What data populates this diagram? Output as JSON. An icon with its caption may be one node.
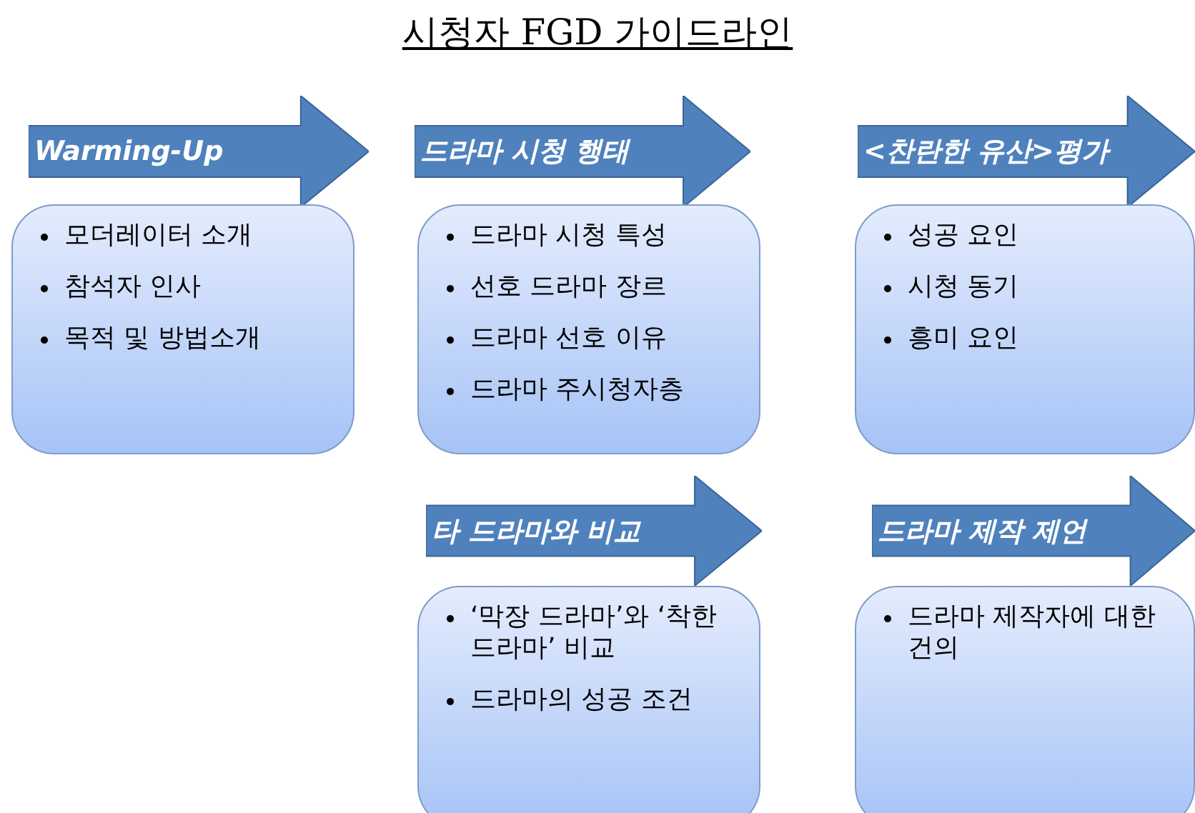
{
  "diagram": {
    "title": "시청자 FGD 가이드라인",
    "nodes": [
      {
        "text": [
          "Warming-Up"
        ]
      },
      {
        "text": [
          "모더레이터 소개",
          "참석자 인사",
          "목적 및 방법소개"
        ]
      },
      {
        "text": [
          "드라마 시청 행태"
        ]
      },
      {
        "text": [
          "드라마 시청 특성",
          "선호 드라마 장르",
          "드라마 선호 이유",
          "드라마 주시청자층"
        ]
      },
      {
        "text": [
          "<찬란한 유산>평가"
        ]
      },
      {
        "text": [
          "성공 요인",
          "시청 동기",
          "흥미 요인"
        ]
      },
      {
        "text": [
          "타 드라마와 비교"
        ]
      },
      {
        "text": [
          "‘막장 드라마’와 ‘착한 드라마’ 비교",
          "드라마의 성공 조건"
        ]
      },
      {
        "text": [
          "드라마 제작 제언"
        ]
      },
      {
        "text": [
          "드라마 제작자에 대한 건의"
        ]
      }
    ]
  }
}
